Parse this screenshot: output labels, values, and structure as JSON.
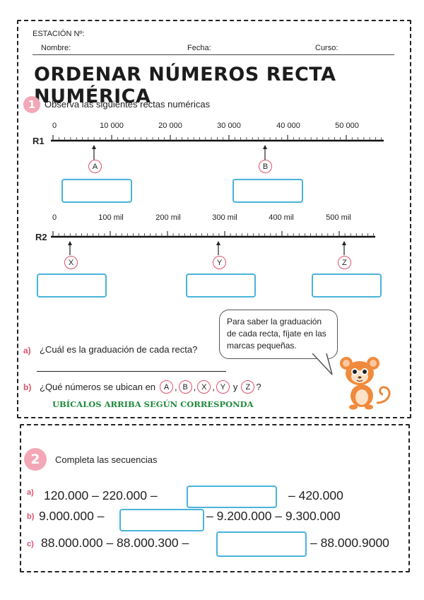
{
  "header": {
    "station_label": "ESTACIÓN Nº:",
    "name_label": "Nombre:",
    "date_label": "Fecha:",
    "course_label": "Curso:"
  },
  "title": "ORDENAR NÚMEROS RECTA NUMÉRICA",
  "section1": {
    "number": "1",
    "instruction": "Observa las siguientes rectas numéricas",
    "r1": {
      "label": "R1",
      "ticks": [
        "0",
        "10 000",
        "20 000",
        "30 000",
        "40 000",
        "50 000"
      ],
      "markers": [
        "A",
        "B"
      ]
    },
    "r2": {
      "label": "R2",
      "ticks": [
        "0",
        "100 mil",
        "200 mil",
        "300 mil",
        "400 mil",
        "500 mil"
      ],
      "markers": [
        "X",
        "Y",
        "Z"
      ]
    },
    "question_a": {
      "letter": "a)",
      "text": "¿Cuál es la graduación de cada recta?"
    },
    "question_b": {
      "letter": "b)",
      "text_before": "¿Qué números se ubican en",
      "sep1": ",",
      "sep2": ",",
      "sep3": ",",
      "sep4": "y",
      "end": "?",
      "letters": [
        "A",
        "B",
        "X",
        "Y",
        "Z"
      ]
    },
    "green_text": "UBÍCALOS ARRIBA SEGÚN CORRESPONDA",
    "tip": "Para saber la graduación de cada recta, fíjate en las marcas pequeñas."
  },
  "section2": {
    "number": "2",
    "instruction": "Completa las secuencias",
    "rows": [
      {
        "letter": "a)",
        "before": "120.000  –  220.000  –",
        "after": "–  420.000"
      },
      {
        "letter": "b)",
        "before": "9.000.000  –",
        "after": "– 9.200.000  –  9.300.000"
      },
      {
        "letter": "c)",
        "before": "88.000.000 –  88.000.300  –",
        "after": "– 88.000.9000"
      }
    ]
  },
  "colors": {
    "accent_pink": "#f3a7b6",
    "box_blue": "#49b3d9",
    "marker_red": "#e0506a",
    "green": "#1f8a3a"
  }
}
